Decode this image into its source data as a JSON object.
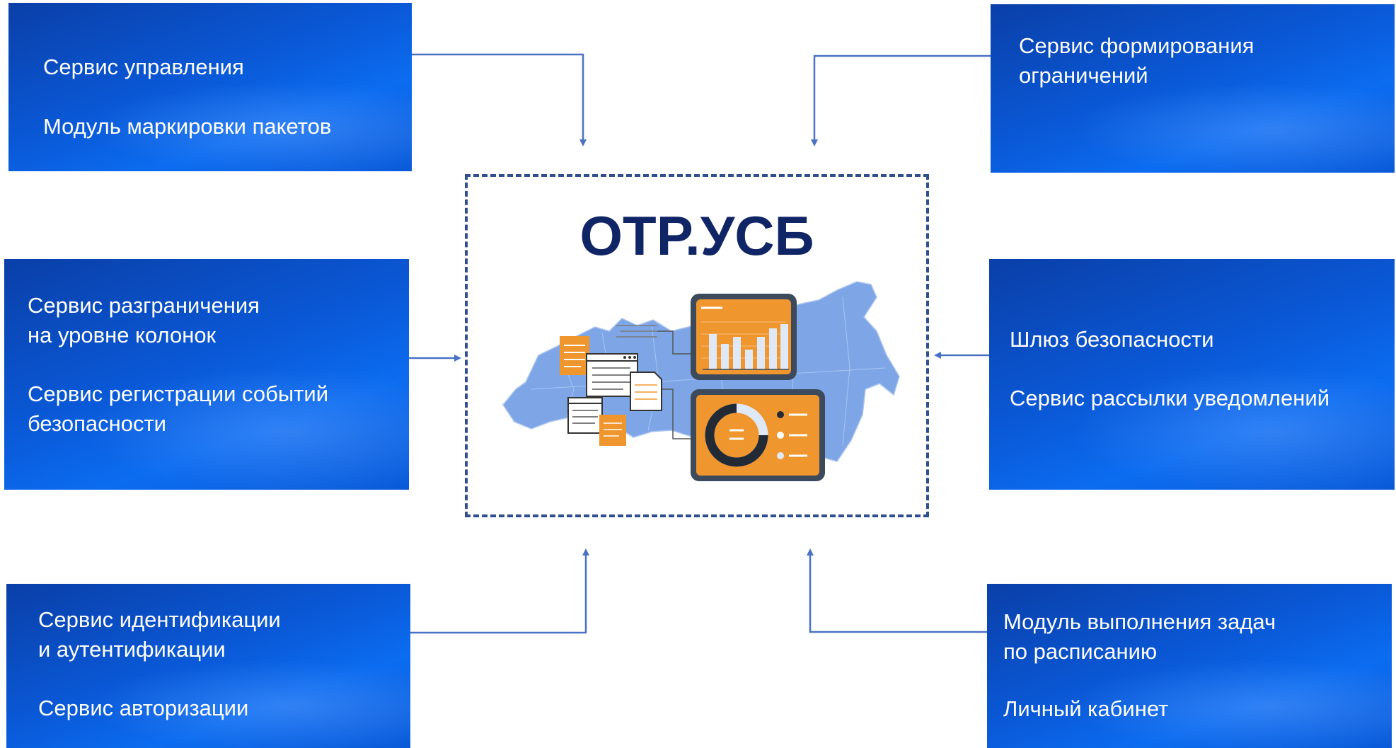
{
  "center": {
    "title": "ОТР.УСБ"
  },
  "colors": {
    "box_blue": "#0a58d6",
    "title_navy": "#0f2565",
    "connector": "#4a72c4",
    "dashed_border": "#2f4f8f",
    "map_blue": "#7ea6e6",
    "panel_orange": "#f0962e",
    "panel_frame": "#3d4a5c"
  },
  "boxes": {
    "top_left": {
      "items": [
        "Сервис управления",
        "Модуль маркировки пакетов"
      ]
    },
    "top_right": {
      "items": [
        "Сервис формирования\nограничений"
      ]
    },
    "mid_left": {
      "items": [
        "Сервис разграничения\nна уровне колонок",
        "Сервис регистрации событий\nбезопасности"
      ]
    },
    "mid_right": {
      "items": [
        "Шлюз безопасности",
        "Сервис рассылки уведомлений"
      ]
    },
    "bottom_left": {
      "items": [
        "Сервис идентификации\nи аутентификации",
        "Сервис авторизации"
      ]
    },
    "bottom_right": {
      "items": [
        "Модуль выполнения задач\nпо расписанию",
        "Личный кабинет"
      ]
    }
  },
  "icons": [
    "russia-map-icon",
    "document-icon",
    "bar-chart-dashboard-icon",
    "donut-chart-dashboard-icon"
  ]
}
